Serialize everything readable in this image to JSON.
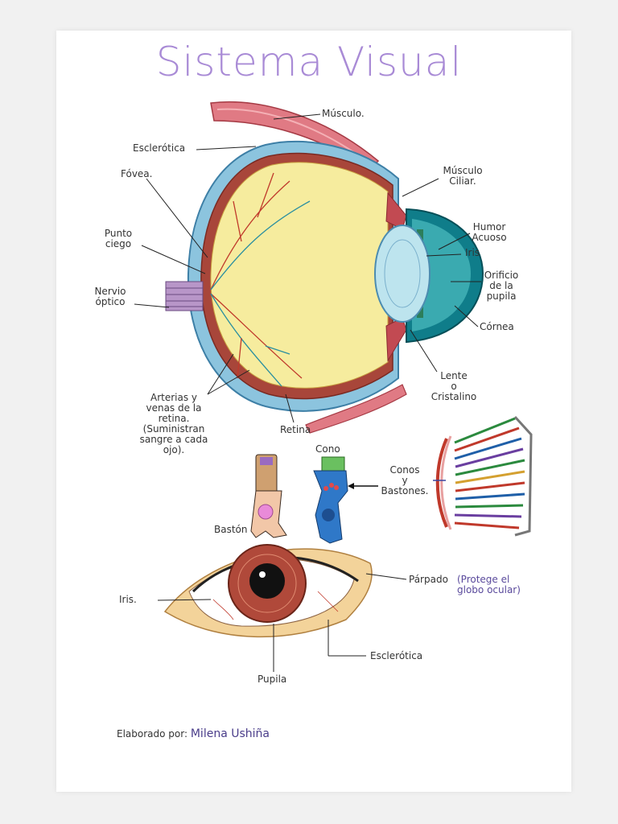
{
  "title": "Sistema Visual",
  "labels": {
    "musculo": "Músculo.",
    "esclerotica_top": "Esclerótica",
    "fovea": "Fóvea.",
    "musculo_ciliar_1": "Músculo",
    "musculo_ciliar_2": "Ciliar.",
    "punto_ciego_1": "Punto",
    "punto_ciego_2": "ciego",
    "humor_acuoso_1": "Humor",
    "humor_acuoso_2": "Acuoso",
    "iris_top": "Iris",
    "orificio_1": "Orificio",
    "orificio_2": "de la",
    "orificio_3": "pupila",
    "nervio_1": "Nervio",
    "nervio_2": "óptico",
    "cornea": "Córnea",
    "lente_1": "Lente",
    "lente_2": "o",
    "lente_3": "Cristalino",
    "arterias_1": "Arterias y",
    "arterias_2": "venas de la",
    "arterias_3": "retina.",
    "arterias_4": "(Suministran",
    "arterias_5": "sangre a cada",
    "arterias_6": "ojo).",
    "retina": "Retina",
    "cono": "Cono",
    "baston": "Bastón",
    "conos_1": "Conos",
    "conos_2": "y",
    "conos_3": "Bastones.",
    "iris_bottom": "Iris.",
    "parpado": "Párpado",
    "parpado_note_1": "(Protege el",
    "parpado_note_2": "globo ocular)",
    "esclerotica_bottom": "Esclerótica",
    "pupila": "Pupila",
    "credit_prefix": "Elaborado por:",
    "credit_name": "Milena Ushiña"
  },
  "colors": {
    "title": "#a98bd6",
    "sclera_blue": "#7ab8d6",
    "choroid_red": "#b04a3a",
    "vitreous_yellow": "#f5ea9a",
    "iris_red": "#b0493a",
    "muscle_pink": "#d9767c"
  }
}
